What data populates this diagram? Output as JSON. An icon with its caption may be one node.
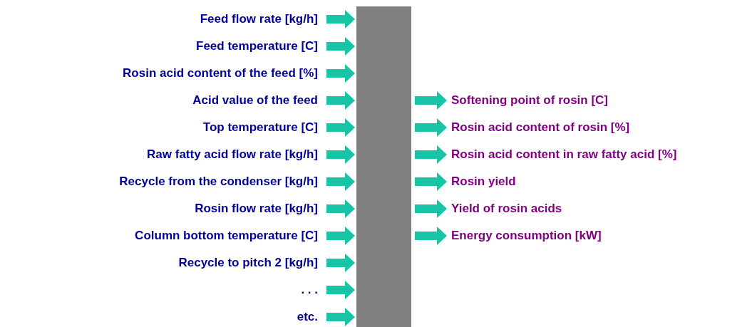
{
  "diagram": {
    "nodes": [
      {
        "text": [
          "Feed flow rate [kg/h]"
        ]
      },
      {
        "text": [
          "Feed temperature [C]"
        ]
      },
      {
        "text": [
          "Rosin acid content of the feed [%]"
        ]
      },
      {
        "text": [
          "Acid value of the feed"
        ]
      },
      {
        "text": [
          "Top temperature [C]"
        ]
      },
      {
        "text": [
          "Raw fatty acid flow rate [kg/h]"
        ]
      },
      {
        "text": [
          "Recycle from the condenser [kg/h]"
        ]
      },
      {
        "text": [
          "Rosin flow rate [kg/h]"
        ]
      },
      {
        "text": [
          "Column bottom temperature [C]"
        ]
      },
      {
        "text": [
          "Recycle to pitch 2 [kg/h]"
        ]
      },
      {
        "text": [
          ". . ."
        ]
      },
      {
        "text": [
          "etc."
        ]
      },
      {
        "text": [],
        "shape": "bar"
      },
      {
        "text": [
          "Softening point of rosin [C]"
        ]
      },
      {
        "text": [
          "Rosin acid content of rosin [%]"
        ]
      },
      {
        "text": [
          "Rosin acid content in raw fatty acid [%]"
        ]
      },
      {
        "text": [
          "Rosin yield"
        ]
      },
      {
        "text": [
          "Yield of rosin acids"
        ]
      },
      {
        "text": [
          "Energy consumption [kW]"
        ]
      }
    ],
    "edges": [
      {
        "from": 0,
        "to": 12,
        "arrow": "to"
      },
      {
        "from": 1,
        "to": 12,
        "arrow": "to"
      },
      {
        "from": 2,
        "to": 12,
        "arrow": "to"
      },
      {
        "from": 3,
        "to": 12,
        "arrow": "to"
      },
      {
        "from": 4,
        "to": 12,
        "arrow": "to"
      },
      {
        "from": 5,
        "to": 12,
        "arrow": "to"
      },
      {
        "from": 6,
        "to": 12,
        "arrow": "to"
      },
      {
        "from": 7,
        "to": 12,
        "arrow": "to"
      },
      {
        "from": 8,
        "to": 12,
        "arrow": "to"
      },
      {
        "from": 9,
        "to": 12,
        "arrow": "to"
      },
      {
        "from": 10,
        "to": 12,
        "arrow": "to"
      },
      {
        "from": 11,
        "to": 12,
        "arrow": "to"
      },
      {
        "from": 12,
        "to": 13,
        "arrow": "to"
      },
      {
        "from": 12,
        "to": 14,
        "arrow": "to"
      },
      {
        "from": 12,
        "to": 15,
        "arrow": "to"
      },
      {
        "from": 12,
        "to": 16,
        "arrow": "to"
      },
      {
        "from": 12,
        "to": 17,
        "arrow": "to"
      },
      {
        "from": 12,
        "to": 18,
        "arrow": "to"
      }
    ]
  }
}
